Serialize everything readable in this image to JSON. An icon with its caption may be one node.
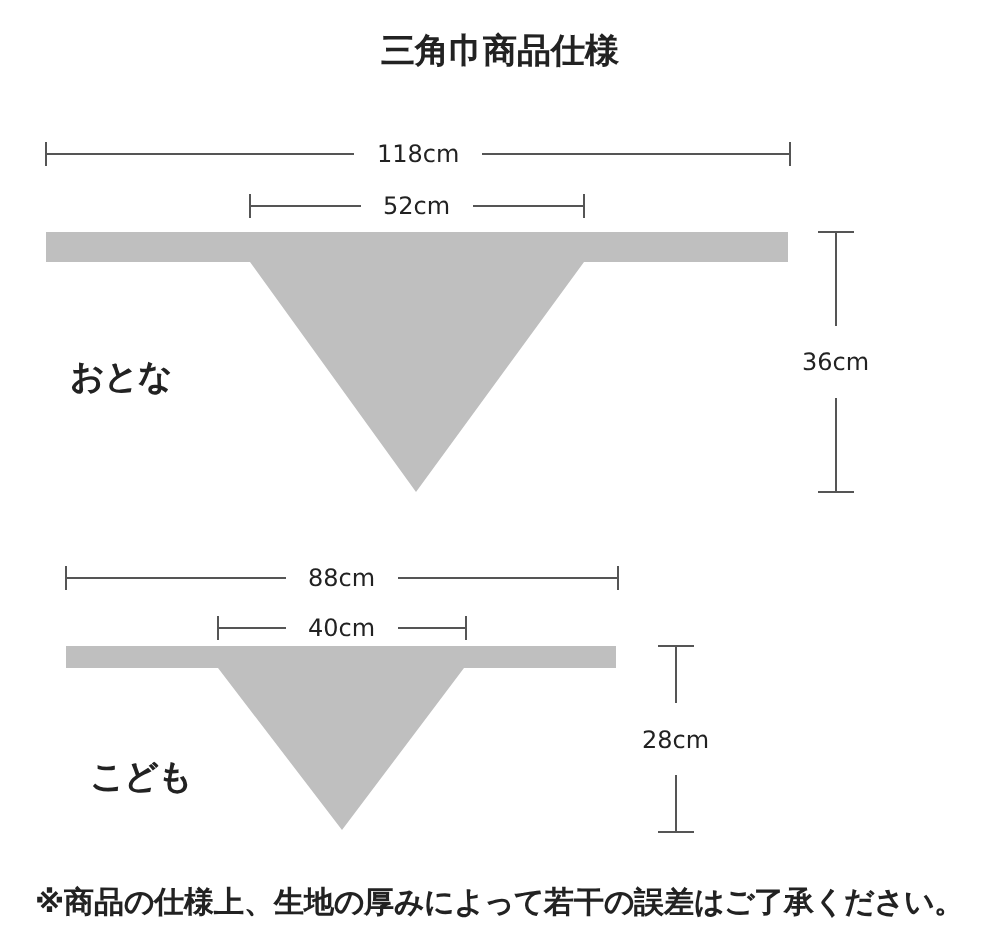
{
  "diagram": {
    "title": "三角巾商品仕様",
    "labels": [
      "118cm",
      "52cm",
      "おとな",
      "36cm",
      "88cm",
      "40cm",
      "こども",
      "28cm"
    ],
    "caption": "※商品の仕様上、生地の厚みによって若干の誤差はご了承ください。"
  }
}
